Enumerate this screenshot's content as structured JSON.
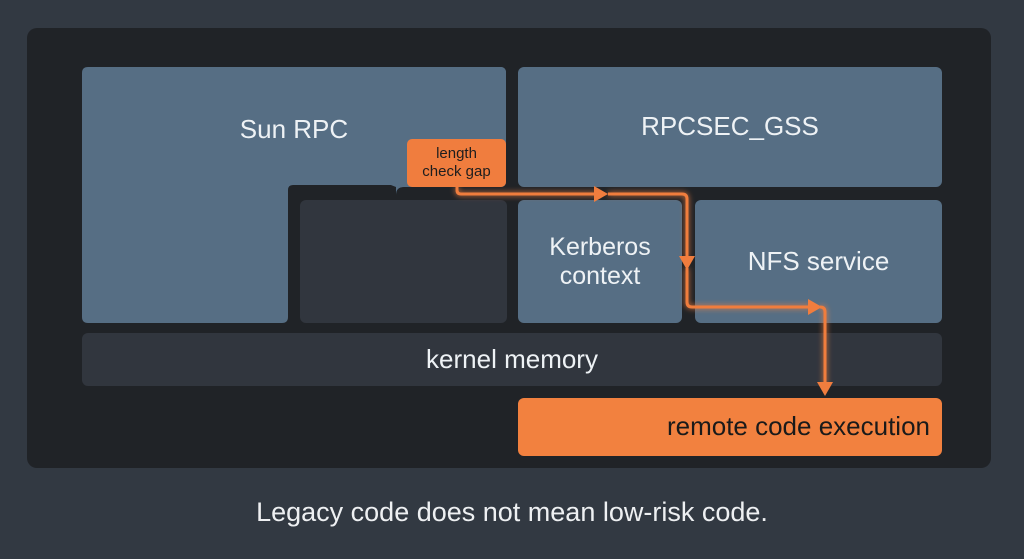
{
  "diagram": {
    "blocks": {
      "sun_rpc": "Sun RPC",
      "gap_badge_line1": "length",
      "gap_badge_line2": "check gap",
      "rpcsec_gss": "RPCSEC_GSS",
      "kerberos_line1": "Kerberos",
      "kerberos_line2": "context",
      "nfs_service": "NFS service",
      "kernel_memory": "kernel memory",
      "remote_code_execution": "remote code execution"
    },
    "attack_path": [
      "length check gap",
      "RPCSEC_GSS",
      "Kerberos context",
      "NFS service",
      "remote code execution"
    ],
    "colors": {
      "background": "#323942",
      "stage": "#202327",
      "component": "#566e84",
      "memory": "#31363e",
      "accent": "#f2813f"
    }
  },
  "caption": "Legacy code does not mean low-risk code."
}
